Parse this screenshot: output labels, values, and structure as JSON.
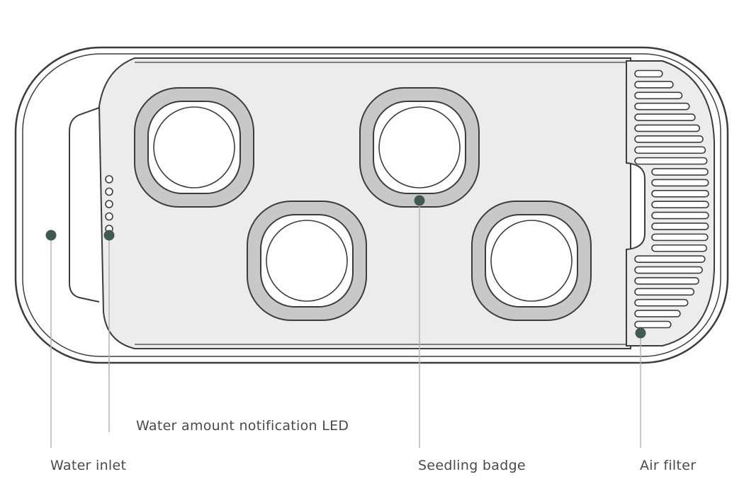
{
  "callouts": {
    "water_inlet": "Water inlet",
    "led": "Water amount notification LED",
    "seedling_badge": "Seedling badge",
    "air_filter": "Air filter"
  },
  "colors": {
    "outline": "#3c3c3c",
    "body_fill": "#ffffff",
    "tray_fill": "#ececec",
    "badge_ring": "#c8c8c8",
    "marker": "#3f5a50",
    "leader": "#b4b4b4",
    "text": "#4a4a4a"
  },
  "led_count": 5,
  "seedling_badge_count": 4
}
